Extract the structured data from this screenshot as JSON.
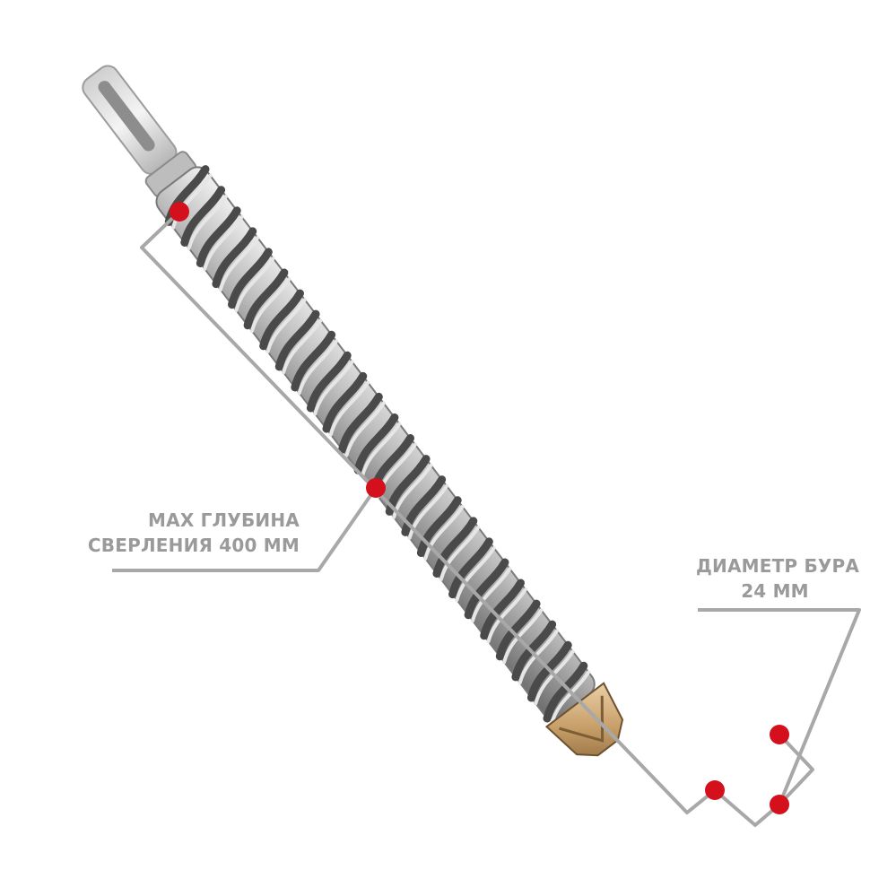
{
  "labels": {
    "depth": {
      "line1": "MAX ГЛУБИНА",
      "line2": "СВЕРЛЕНИЯ 400 ММ"
    },
    "diameter": {
      "line1": "ДИАМЕТР БУРА",
      "line2": "24 ММ"
    }
  },
  "colors": {
    "label_text": "#9a9a9a",
    "callout_line": "#a8a8a8",
    "marker_dot": "#d3101c",
    "steel_light": "#e6e6e6",
    "steel_mid": "#a9a9a9",
    "steel_dark": "#4a4a4a",
    "carbide_tip": "#c8a06a"
  }
}
